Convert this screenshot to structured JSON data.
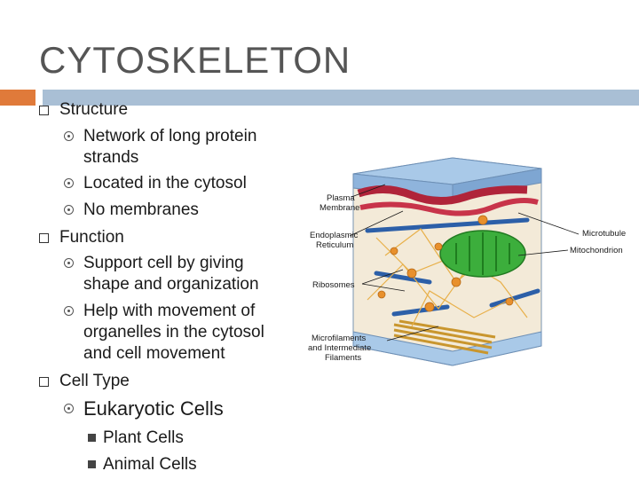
{
  "slide": {
    "title": "CYTOSKELETON",
    "outline": [
      {
        "label": "Structure",
        "items": [
          "Network of long protein strands",
          "Located in the cytosol",
          "No membranes"
        ]
      },
      {
        "label": "Function",
        "items": [
          "Support cell by giving shape and organization",
          "Help with movement of organelles in the cytosol and cell movement"
        ]
      },
      {
        "label": "Cell Type",
        "items": [
          "Eukaryotic Cells"
        ],
        "subitems": [
          "Plant Cells",
          "Animal Cells"
        ]
      }
    ]
  },
  "diagram": {
    "labels": {
      "plasma_membrane": [
        "Plasma",
        "Membrane"
      ],
      "er": [
        "Endoplasmic",
        "Reticulum"
      ],
      "ribosomes": "Ribosomes",
      "filaments": [
        "Microfilaments",
        "and Intermediate",
        "Filaments"
      ],
      "microtubule": "Microtubule",
      "mitochondrion": "Mitochondrion"
    },
    "colors": {
      "membrane": "#a9c9e8",
      "er": "#b0243a",
      "mitochondrion": "#3cae3c",
      "microtubule": "#2c5fa8",
      "filament": "#e8b04a",
      "ribosome": "#e8902c"
    }
  }
}
